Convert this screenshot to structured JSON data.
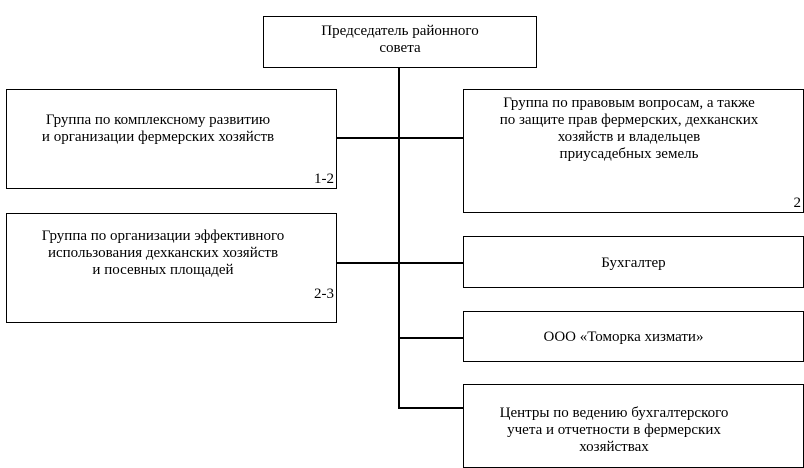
{
  "nodes": {
    "chairman": {
      "label": "Председатель районного\nсовета"
    },
    "group_complex": {
      "label": "Группа по комплексному развитию\nи организации фермерских хозяйств",
      "count": "1-2"
    },
    "group_efficient": {
      "label": "Группа по организации эффективного\nиспользования дехканских хозяйств\nи посевных площадей",
      "count": "2-3"
    },
    "group_legal": {
      "label": "Группа по правовым вопросам, а также\nпо защите прав фермерских, дехканских\nхозяйств и владельцев\nприусадебных земель",
      "count": "2"
    },
    "accountant": {
      "label": "Бухгалтер"
    },
    "tomorka": {
      "label": "ООО «Томорка хизмати»"
    },
    "centers": {
      "label": "Центры по ведению бухгалтерского\nучета и отчетности в фермерских\nхозяйствах"
    }
  }
}
